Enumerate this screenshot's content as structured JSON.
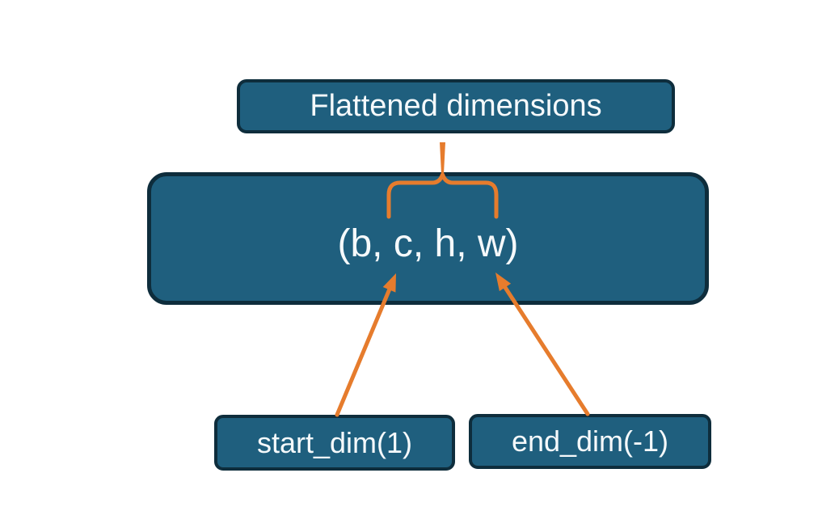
{
  "diagram": {
    "top_box": {
      "label": "Flattened dimensions"
    },
    "main_box": {
      "label": "(b, c, h, w)"
    },
    "bottom_boxes": [
      {
        "label": "start_dim(1)"
      },
      {
        "label": "end_dim(-1)"
      }
    ]
  },
  "colors": {
    "box_fill": "#1f5f7e",
    "box_border": "#0e2d3c",
    "accent_orange": "#e67c2d",
    "text_color": "#f5f9fb",
    "background": "#ffffff"
  }
}
